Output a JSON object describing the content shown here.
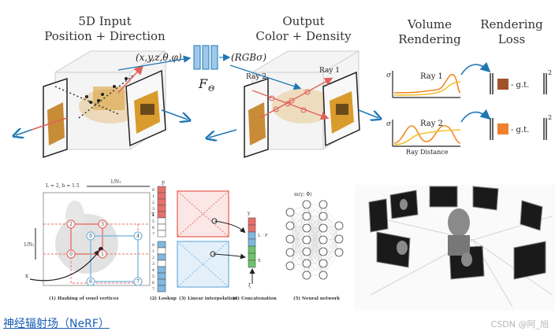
{
  "nerf": {
    "input_title": "5D Input",
    "input_subtitle": "Position + Direction",
    "output_title": "Output",
    "output_subtitle": "Color + Density",
    "volume_title": "Volume",
    "volume_subtitle": "Rendering",
    "loss_title": "Rendering",
    "loss_subtitle": "Loss",
    "input_vector": "(x,y,z,θ,φ)",
    "network_label": "F",
    "network_sub": "Θ",
    "output_vector": "(RGBσ)",
    "ray1": "Ray 1",
    "ray2": "Ray 2",
    "sigma": "σ",
    "ray_distance": "Ray Distance",
    "gt": "- g.t.",
    "norm_exp": "2",
    "colors": {
      "ray1_box": "#a0522d",
      "ray2_box": "#f08030",
      "accent": "#1f77b4",
      "curve_orange": "#f08a24",
      "curve_yellow": "#f2c12e"
    }
  },
  "hash": {
    "L_label": "L = 2,  b = 1.5",
    "n1_label": "1/N₁",
    "n1_side": "1/N₁",
    "x_label": "x",
    "f_label": "F",
    "T_label": "T",
    "y_label": "y",
    "lf_label": "L · F",
    "e_label": "E",
    "xi_label": "ξ",
    "m_label": "m(y; Φ)",
    "table_indices": [
      "0",
      "1",
      "2",
      "3",
      "4",
      "5",
      "6",
      "7"
    ],
    "captions": [
      "(1) Hashing of voxel vertices",
      "(2) Lookup",
      "(3) Linear interpolation",
      "(4) Concatenation",
      "(5) Neural network"
    ],
    "red_nodes": [
      "2",
      "3",
      "0",
      "1"
    ],
    "blue_nodes": [
      "0",
      "4",
      "6",
      "7"
    ],
    "colors": {
      "red": "#e8706a",
      "blue": "#7fb8e0",
      "green": "#6cc46c"
    }
  },
  "footer": {
    "link_text": "神经辐射场（NeRF）",
    "watermark": "CSDN @阿_旭"
  }
}
